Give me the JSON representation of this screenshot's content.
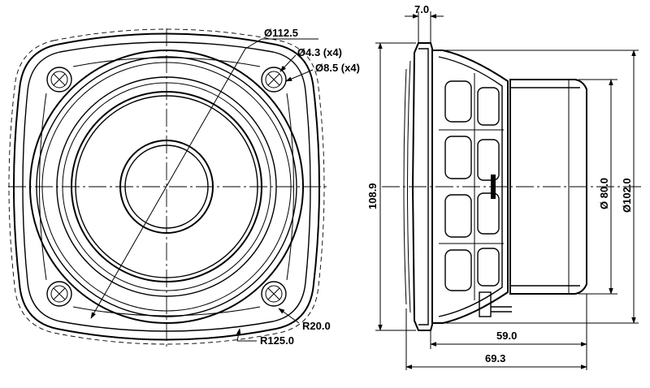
{
  "drawing": {
    "front_view": {
      "outer_diameter_label": "Ø112.5",
      "hole_diameter_label": "Ø4.3 (x4)",
      "hole_boss_label": "Ø8.5 (x4)",
      "corner_radius_label": "R20.0",
      "frame_radius_label": "R125.0"
    },
    "side_view": {
      "flange_thickness_label": "7.0",
      "overall_height_label": "108.9",
      "magnet_diameter_label": "Ø 80.0",
      "pot_diameter_label": "Ø102.0",
      "mounting_depth_label": "59.0",
      "overall_depth_label": "69.3"
    }
  }
}
